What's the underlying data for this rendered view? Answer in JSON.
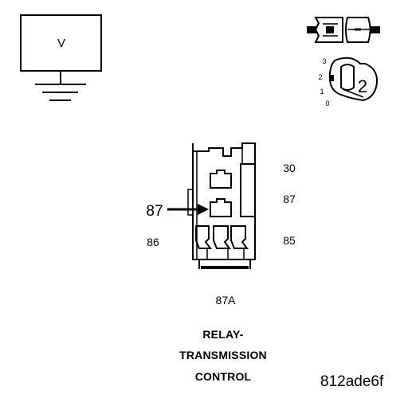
{
  "meter": {
    "symbol": "V"
  },
  "key_switch": {
    "positions": [
      "3",
      "2",
      "1",
      "0"
    ],
    "selected": "2"
  },
  "relay": {
    "pins": {
      "pin_30": "30",
      "pin_87": "87",
      "pin_86": "86",
      "pin_85": "85",
      "pin_87a": "87A"
    },
    "probe_label": "87"
  },
  "caption": {
    "line1": "RELAY-",
    "line2": "TRANSMISSION",
    "line3": "CONTROL"
  },
  "figure_code": "812ade6f"
}
